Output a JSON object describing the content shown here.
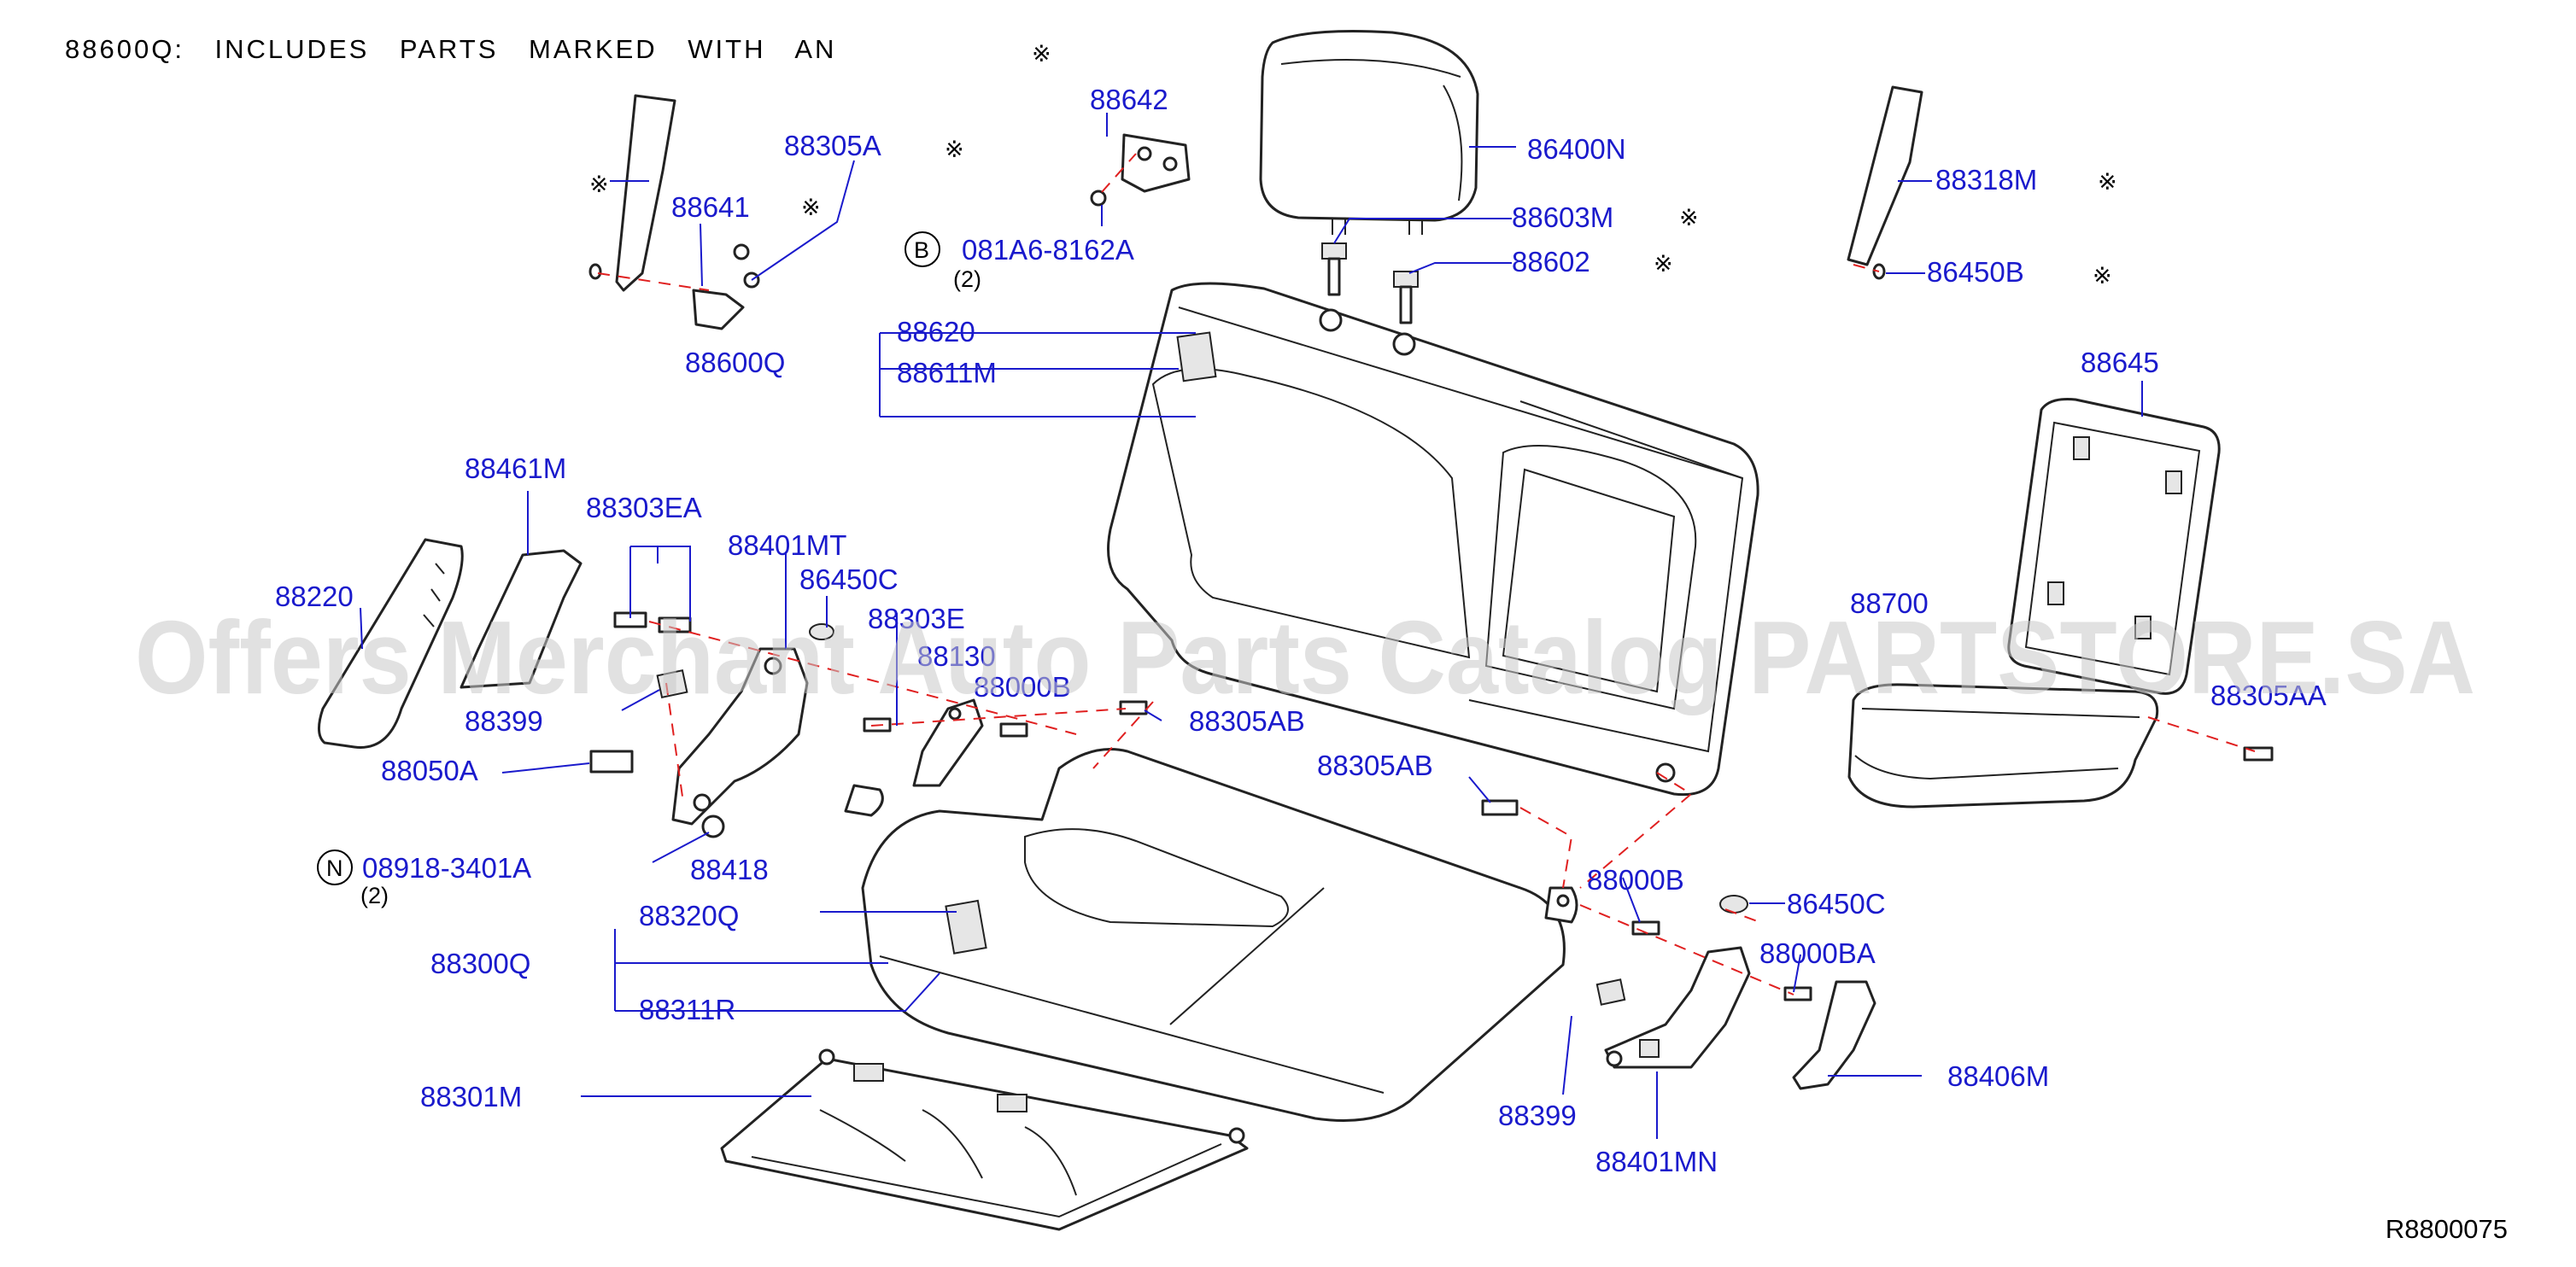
{
  "header": {
    "note": "88600Q: INCLUDES PARTS MARKED WITH AN",
    "mark": "※"
  },
  "watermark": "Offers Merchant Auto Parts Catalog PARTSTORE.SA",
  "diagram_code": "R8800075",
  "colors": {
    "label": "#1a1acc",
    "dashed_guide": "#e02020",
    "line_art": "#222222"
  },
  "labels": {
    "p88642": "88642",
    "p88305A": "88305A",
    "p88641": "88641",
    "p88600Q": "88600Q",
    "p081A6": "081A6-8162A",
    "p086400N": "86400N",
    "p88603M": "88603M",
    "p88602": "88602",
    "p88318M": "88318M",
    "p86450B": "86450B",
    "p88620": "88620",
    "p88611M": "88611M",
    "p88645": "88645",
    "p88461M": "88461M",
    "p88303EA": "88303EA",
    "p88401MT": "88401MT",
    "p86450C_left": "86450C",
    "p88220": "88220",
    "p88303E": "88303E",
    "p88130": "88130",
    "p88000B_left": "88000B",
    "p88305AB_top": "88305AB",
    "p88700": "88700",
    "p88305AA": "88305AA",
    "p88399_left": "88399",
    "p88050A": "88050A",
    "p88305AB_mid": "88305AB",
    "p88418": "88418",
    "p08918": "08918-3401A",
    "p88000B_right": "88000B",
    "p86450C_right": "86450C",
    "p88320Q": "88320Q",
    "p88000BA": "88000BA",
    "p88300Q": "88300Q",
    "p88311R": "88311R",
    "p88406M": "88406M",
    "p88301M": "88301M",
    "p88399_right": "88399",
    "p88401MN": "88401MN"
  },
  "callouts": {
    "bolt_B": {
      "letter": "B",
      "qty": "(2)"
    },
    "nut_N": {
      "letter": "N",
      "qty": "(2)"
    }
  },
  "icons": [
    "asterisk-mark",
    "circle-letter-badge"
  ]
}
